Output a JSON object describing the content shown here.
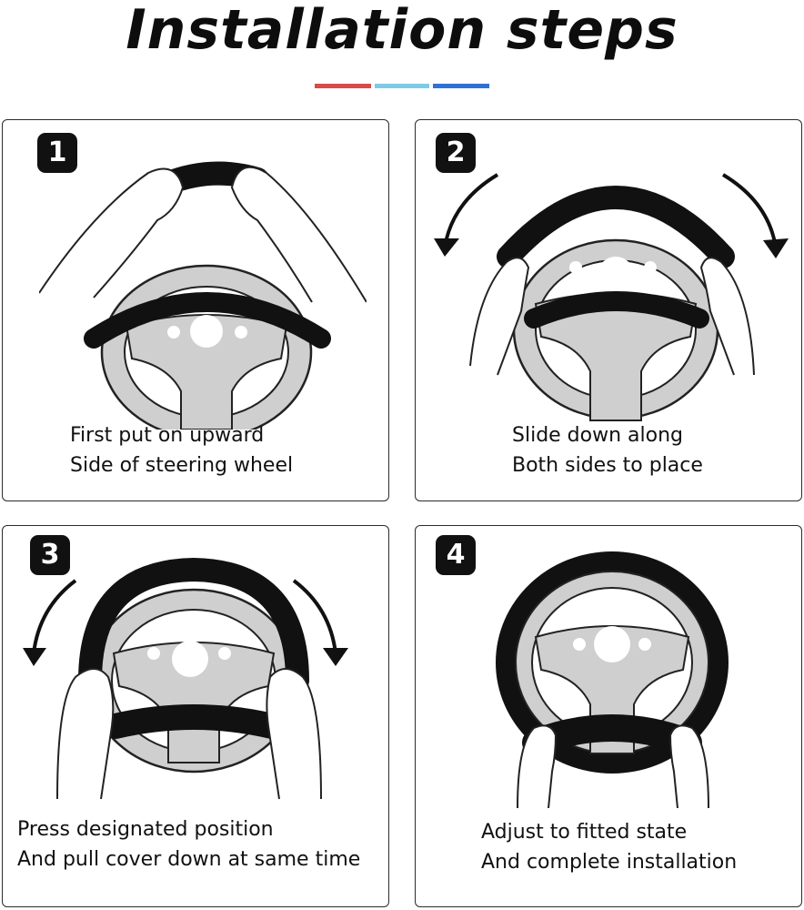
{
  "title": "Installation steps",
  "accent_colors": [
    "#d94a4a",
    "#7fcbe6",
    "#2f72d6"
  ],
  "steps": [
    {
      "number": "1",
      "lines": [
        "First put on upward",
        "Side of steering wheel"
      ]
    },
    {
      "number": "2",
      "lines": [
        "Slide down along",
        "Both sides to place"
      ]
    },
    {
      "number": "3",
      "lines": [
        "Press designated position",
        "And pull cover down at same time"
      ]
    },
    {
      "number": "4",
      "lines": [
        "Adjust to fitted state",
        "And complete installation"
      ]
    }
  ]
}
